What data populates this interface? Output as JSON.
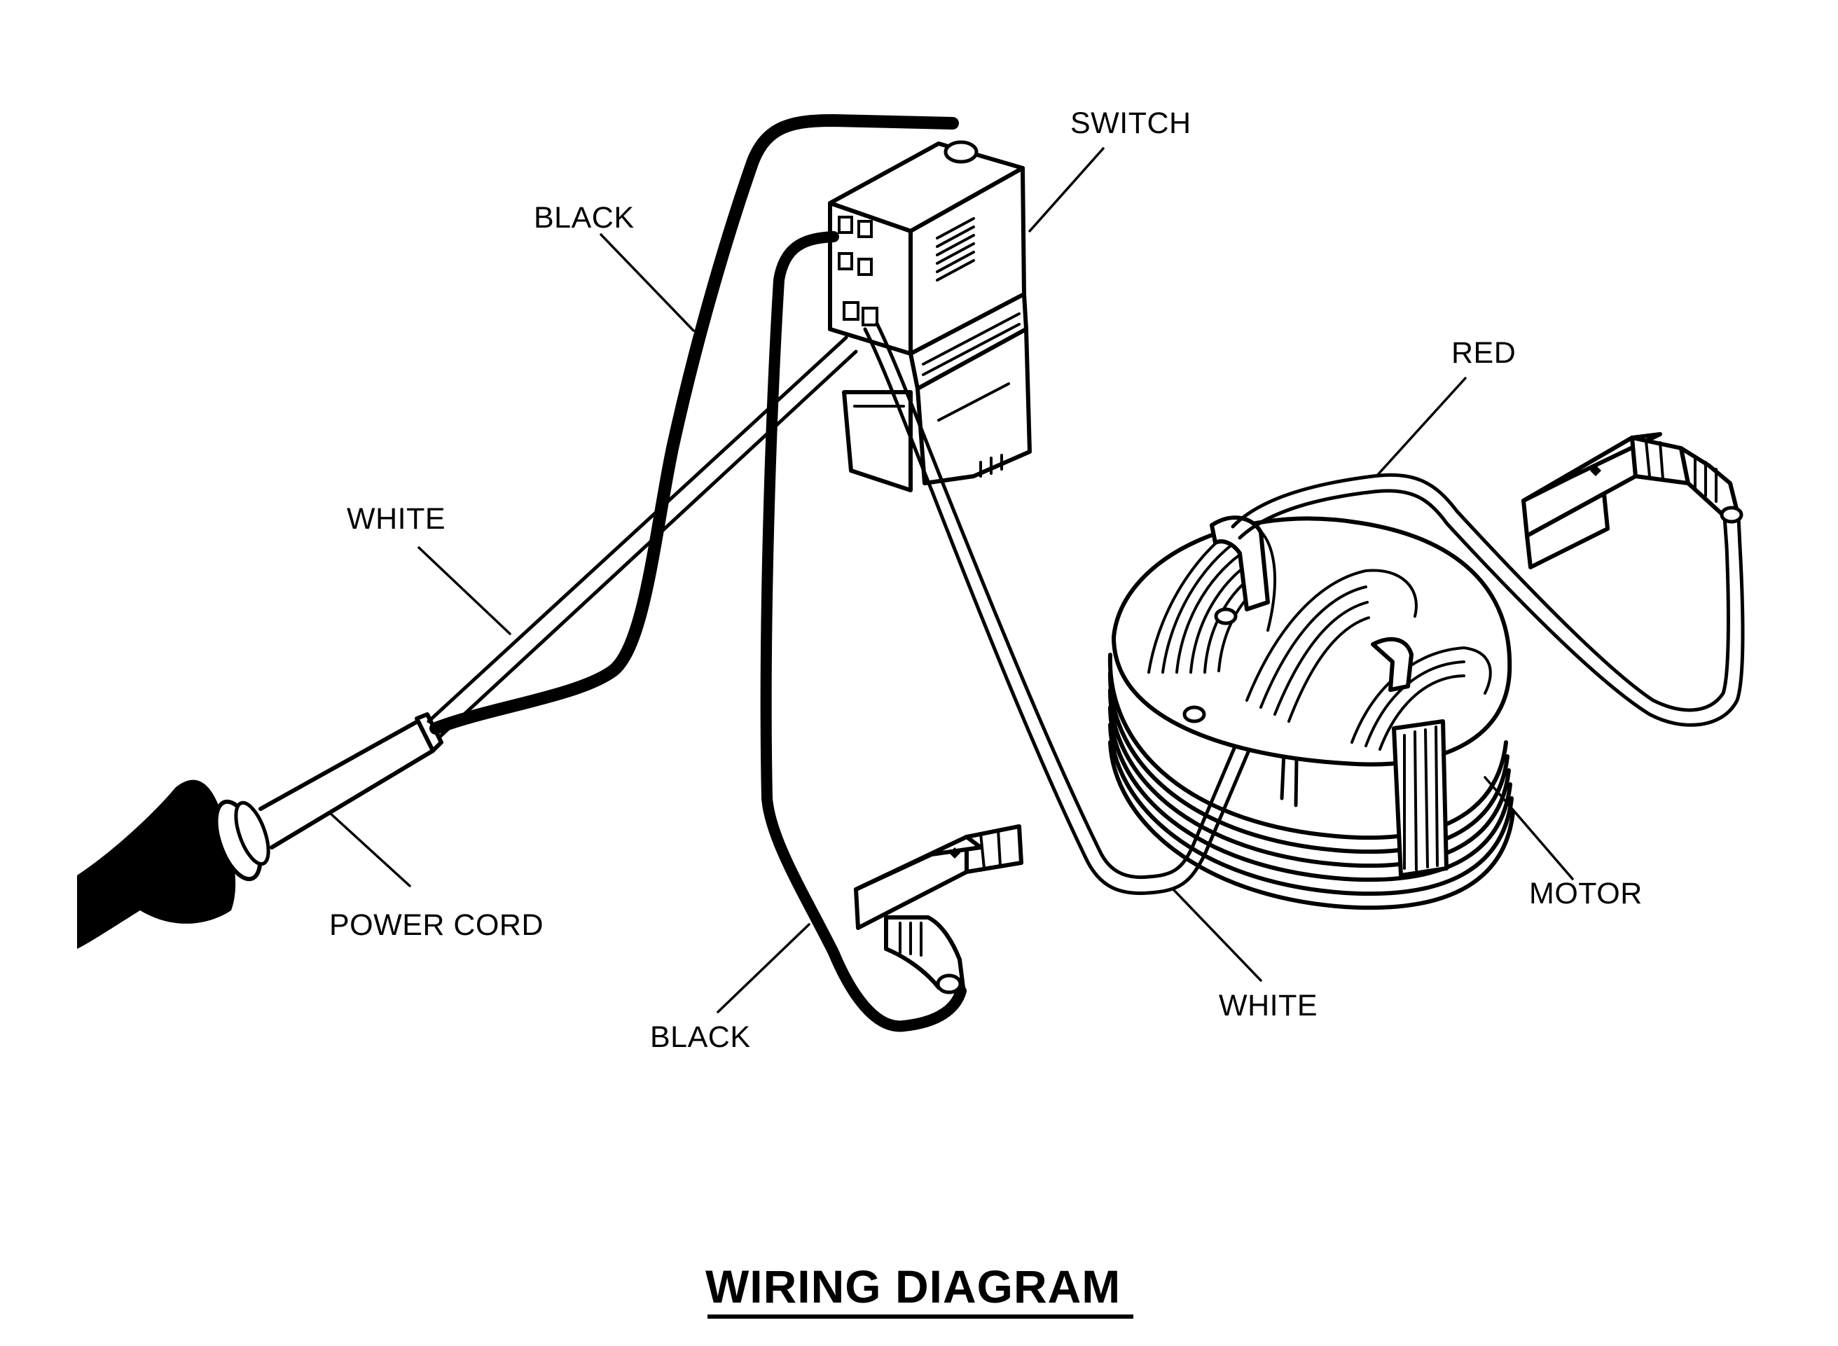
{
  "title": "WIRING DIAGRAM",
  "labels": {
    "switch": "SWITCH",
    "black_top": "BLACK",
    "white_left": "WHITE",
    "red": "RED",
    "power_cord": "POWER CORD",
    "black_bottom": "BLACK",
    "white_bottom": "WHITE",
    "motor": "MOTOR"
  }
}
